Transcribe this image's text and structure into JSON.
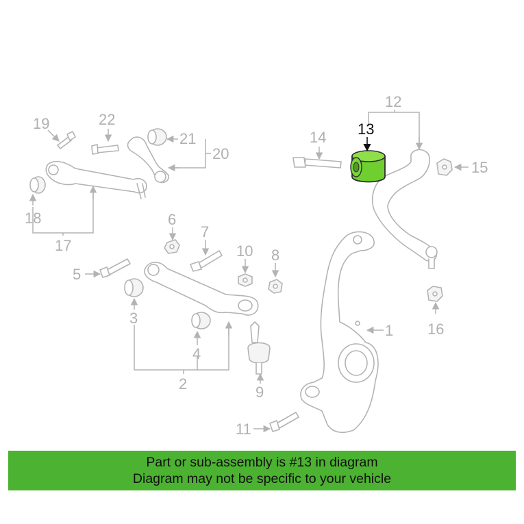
{
  "diagram": {
    "highlighted_part": "13",
    "highlight_color": "#6fcf2f",
    "callouts": {
      "c1": "1",
      "c2": "2",
      "c3": "3",
      "c4": "4",
      "c5": "5",
      "c6": "6",
      "c7": "7",
      "c8": "8",
      "c9": "9",
      "c10": "10",
      "c11": "11",
      "c12": "12",
      "c13": "13",
      "c14": "14",
      "c15": "15",
      "c16": "16",
      "c17": "17",
      "c18": "18",
      "c19": "19",
      "c20": "20",
      "c21": "21",
      "c22": "22"
    }
  },
  "banner": {
    "color": "#4cb231",
    "line1": "Part or sub-assembly is #13 in diagram",
    "line2": "Diagram may not be specific to your vehicle"
  }
}
